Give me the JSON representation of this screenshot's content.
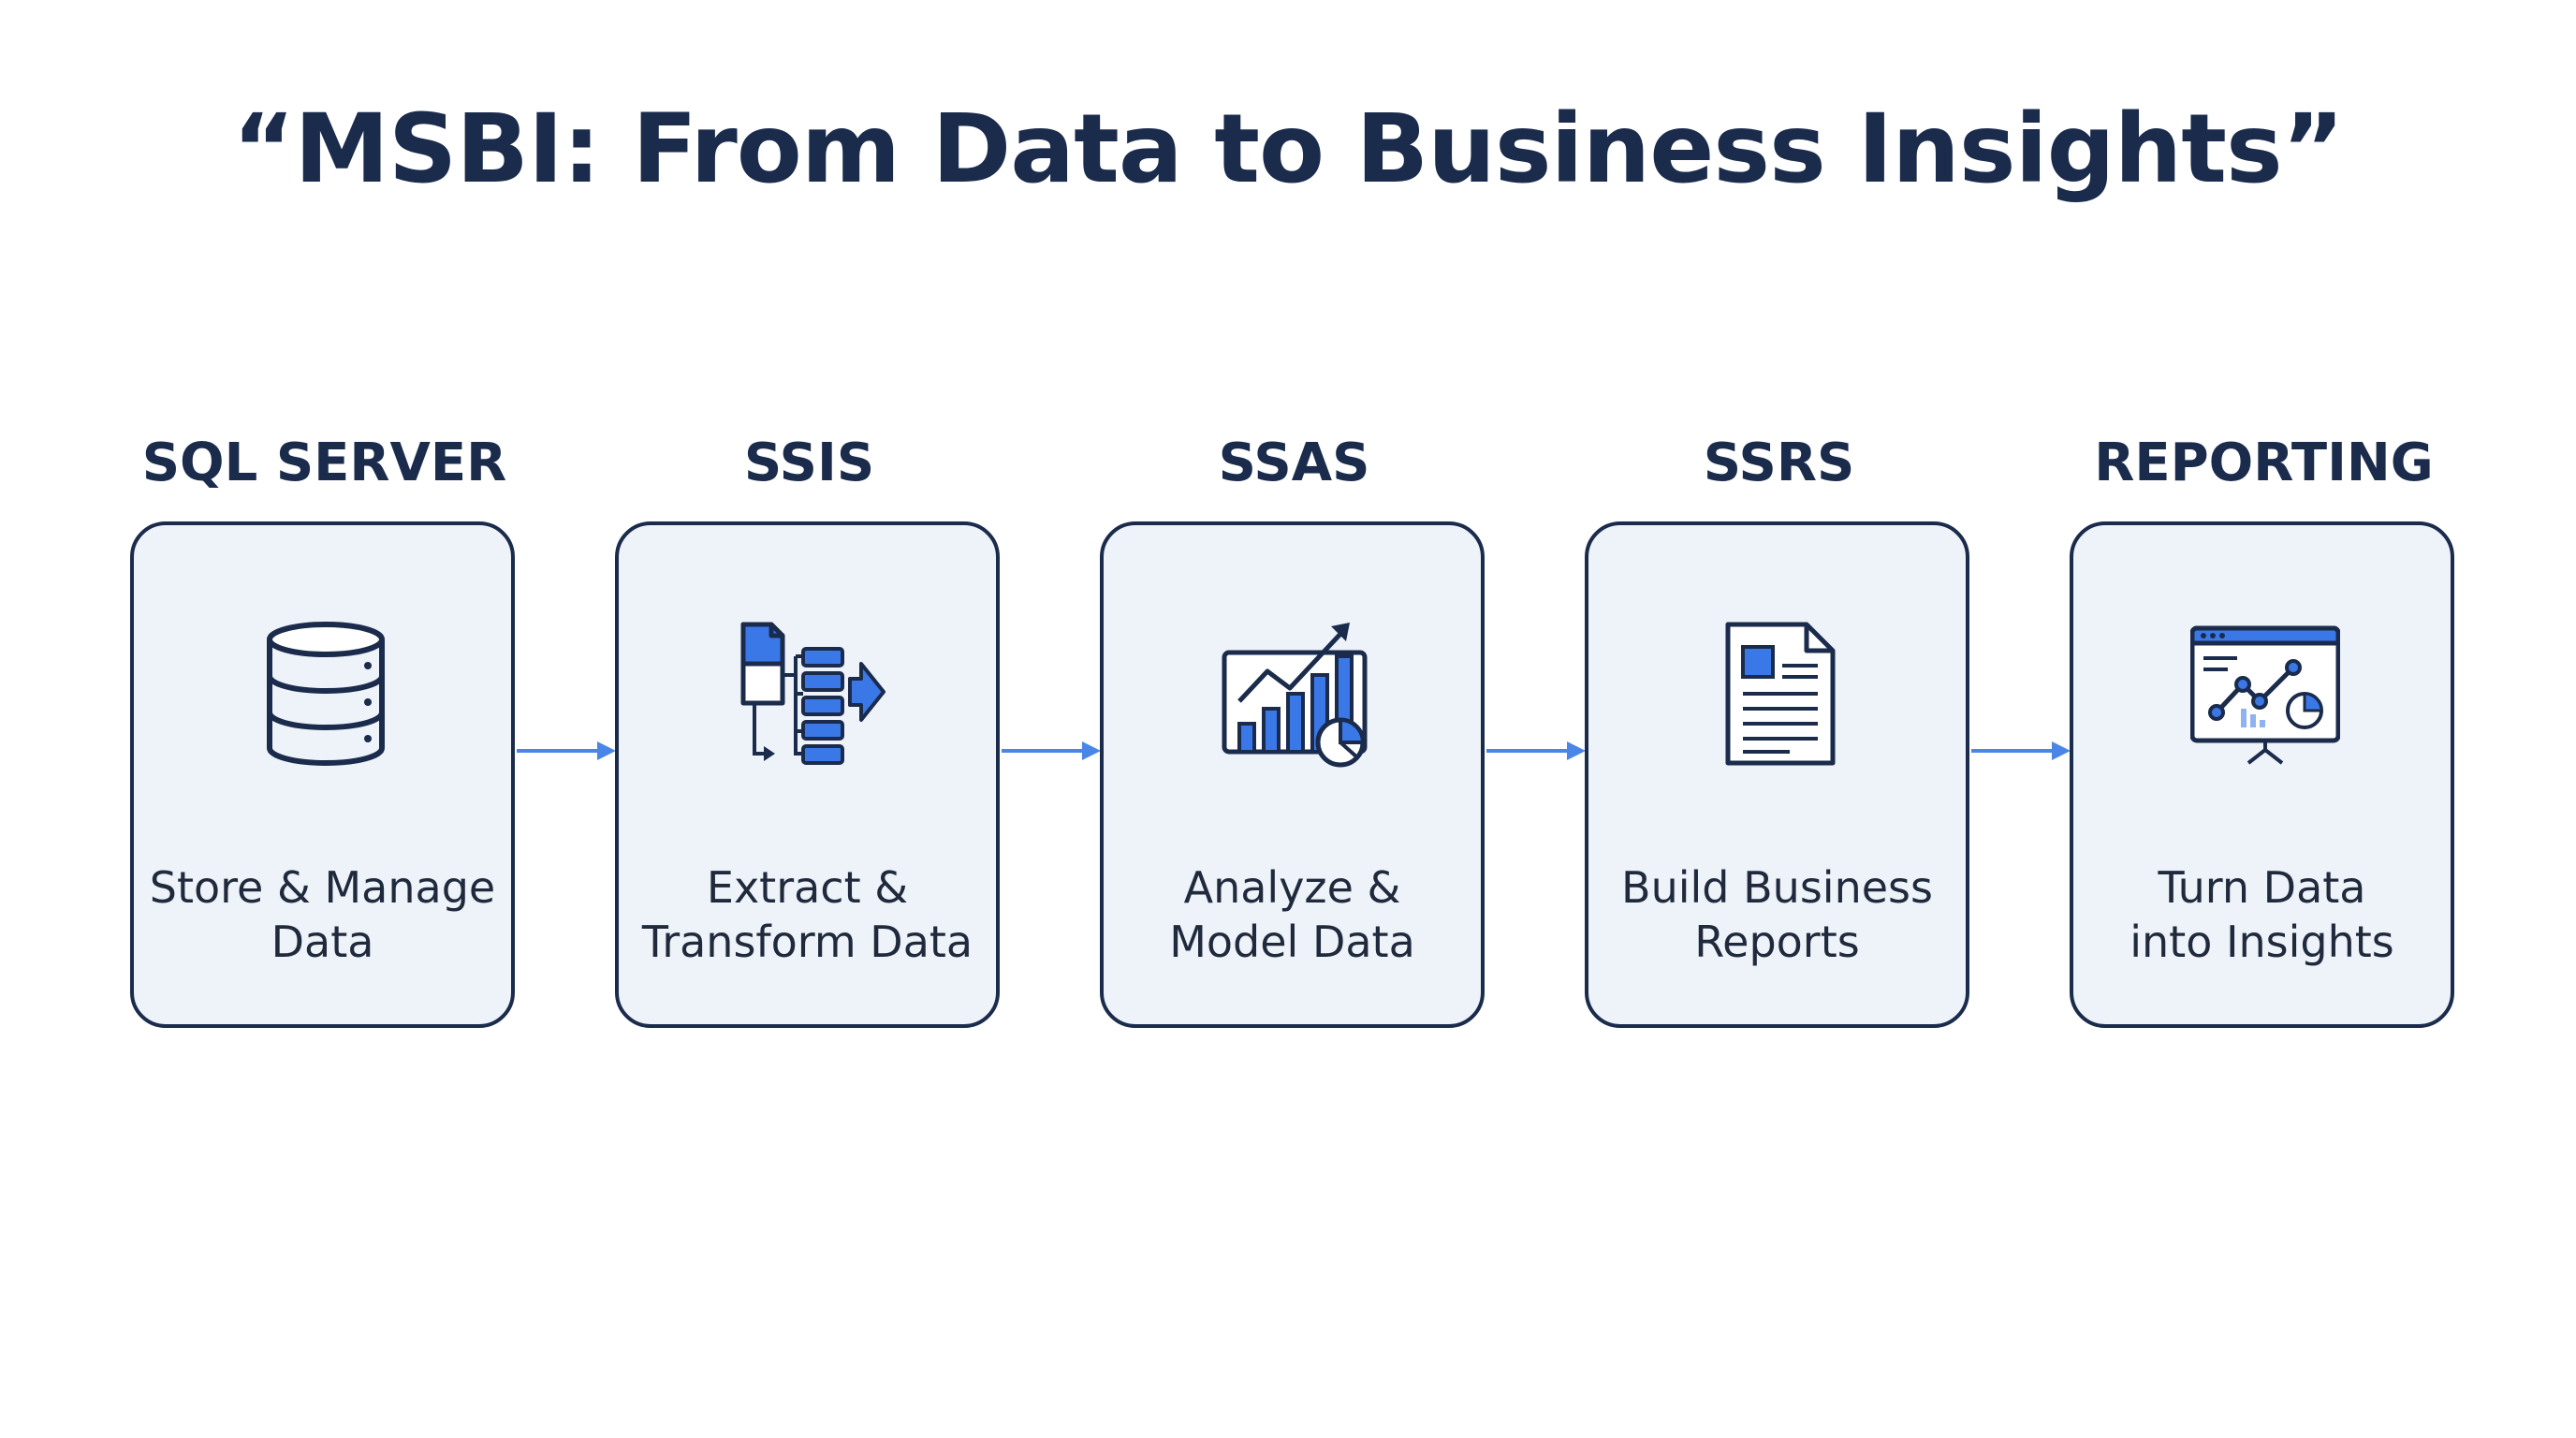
{
  "title": "“MSBI: From Data to Business Insights”",
  "stages": [
    {
      "label": "SQL SERVER",
      "icon": "database-icon",
      "desc_line1": "Store & Manage",
      "desc_line2": "Data"
    },
    {
      "label": "SSIS",
      "icon": "etl-flow-icon",
      "desc_line1": "Extract &",
      "desc_line2": "Transform Data"
    },
    {
      "label": "SSAS",
      "icon": "analytics-chart-icon",
      "desc_line1": "Analyze &",
      "desc_line2": "Model Data"
    },
    {
      "label": "SSRS",
      "icon": "report-document-icon",
      "desc_line1": "Build Business",
      "desc_line2": "Reports"
    },
    {
      "label": "REPORTING",
      "icon": "dashboard-presentation-icon",
      "desc_line1": "Turn Data",
      "desc_line2": "into Insights"
    }
  ],
  "colors": {
    "dark": "#1a2b4c",
    "accent": "#3b78e7",
    "card_fill": "#eef2f9",
    "arrow": "#4a86e8"
  }
}
